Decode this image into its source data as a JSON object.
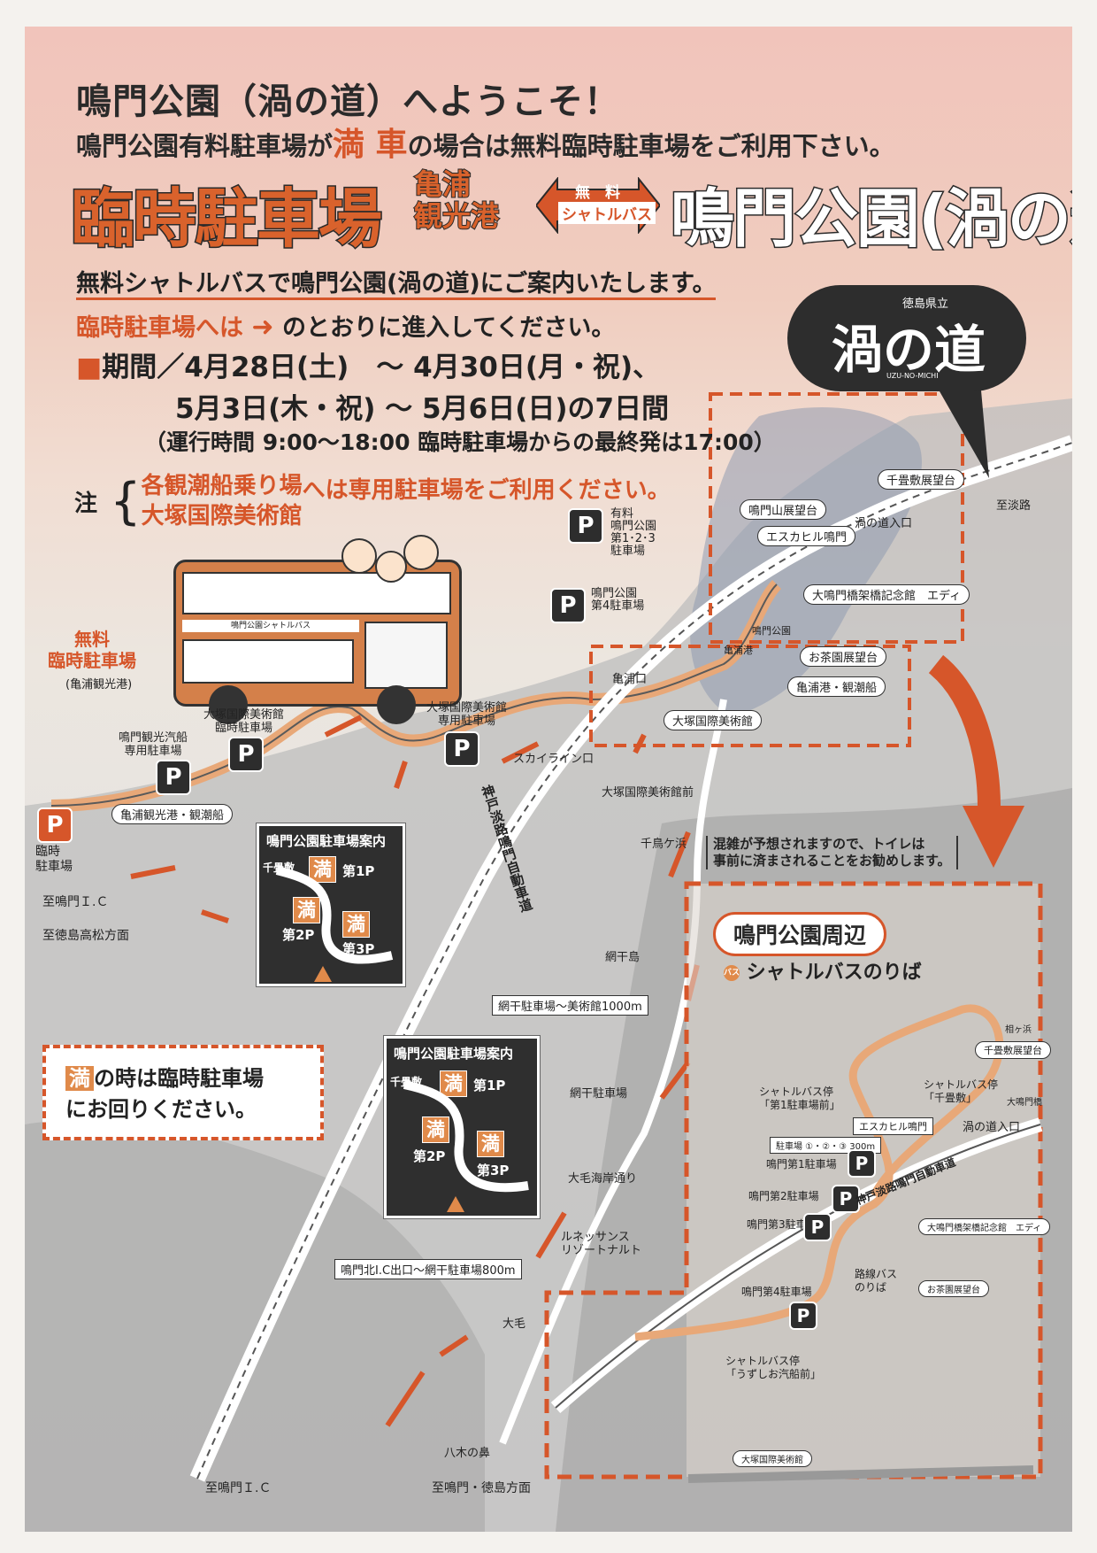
{
  "header": {
    "welcome": "鳴門公園（渦の道）へようこそ！",
    "notice_pre": "鳴門公園有料駐車場が",
    "notice_full": "満 車",
    "notice_post": "の場合は無料臨時駐車場をご利用下さい。",
    "lot_title": "臨時駐車場",
    "lot_place_1": "亀浦",
    "lot_place_2": "観光港",
    "shuttle_top": "無　料",
    "shuttle_bottom": "シャトルバス",
    "park_title": "鳴門公園(渦の道)",
    "lead": "無料シャトルバスで鳴門公園(渦の道)にご案内いたします。",
    "enter_pre": "臨時駐車場へは",
    "enter_post": "のとおりに進入してください。",
    "period_label": "期間／",
    "period_line1": "4月28日(土)　～ 4月30日(月・祝)、",
    "period_line2": "5月3日(木・祝) ～ 5月6日(日)の7日間",
    "hours": "（運行時間 9:00～18:00 臨時駐車場からの最終発は17:00）",
    "note_label": "注",
    "note_item1": "各観潮船乗り場",
    "note_item2": "大塚国際美術館",
    "note_tail": "へは専用駐車場をご利用ください。"
  },
  "logo": {
    "prefecture": "徳島県立",
    "name": "渦の道",
    "romaji": "UZU-NO-MICHI"
  },
  "bus_banner": "鳴門公園シャトルバス",
  "map": {
    "free_lot_title_1": "無料",
    "free_lot_title_2": "臨時駐車場",
    "free_lot_sub": "(亀浦観光港)",
    "temp_lot_p": "P",
    "temp_lot_lbl_1": "臨時",
    "temp_lot_lbl_2": "駐車場",
    "kameura_port": "亀浦観光港・観潮船",
    "to_naruto_ic": "至鳴門Ｉ.Ｃ",
    "to_tokushima": "至徳島高松方面",
    "kankokisen_lot_1": "鳴門観光汽船",
    "kankokisen_lot_2": "専用駐車場",
    "otsuka_temp_1": "大塚国際美術館",
    "otsuka_temp_2": "臨時駐車場",
    "otsuka_private_1": "大塚国際美術館",
    "otsuka_private_2": "専用駐車場",
    "skyline": "スカイライン口",
    "otsuka_front": "大塚国際美術館前",
    "otsuka_museum": "大塚国際美術館",
    "kameura_guchi": "亀浦口",
    "paid_lot_1": "有料",
    "paid_lot_2": "鳴門公園",
    "paid_lot_3": "第1･2･3",
    "paid_lot_4": "駐車場",
    "lot4_1": "鳴門公園",
    "lot4_2": "第4駐車場",
    "naruto_mtn": "鳴門山展望台",
    "escahill": "エスカヒル鳴門",
    "senjojiki": "千畳敷展望台",
    "uzu_entry": "渦の道入口",
    "to_awaji": "至淡路",
    "bridge_museum": "大鳴門橋架橋記念館　エディ",
    "naruto_park": "鳴門公園",
    "kameura_small": "亀浦港",
    "ochaen": "お茶園展望台",
    "kameura_port2": "亀浦港・観潮船",
    "expressway": "神戸淡路鳴門自動車道",
    "senjogahama": "千鳥ケ浜",
    "amiboshi_island": "網干島",
    "amiboshi_dist": "網干駐車場～美術館1000m",
    "amiboshi_lot": "網干駐車場",
    "omoge_st": "大毛海岸通り",
    "renaissance_1": "ルネッサンス",
    "renaissance_2": "リゾートナルト",
    "exit_dist": "鳴門北I.C出口～網干駐車場800m",
    "omoge": "大毛",
    "yagi": "八木の鼻",
    "to_naruto_ic2": "至鳴門Ｉ.Ｃ",
    "to_naruto_tokushima": "至鳴門・徳島方面",
    "toilet_1": "混雑が予想されますので、トイレは",
    "toilet_2": "事前に済まされることをお勧めします。"
  },
  "inset": {
    "title": "鳴門公園駐車場案内",
    "senjojiki": "千畳敷",
    "full": "満",
    "p1": "第1P",
    "p2": "第2P",
    "p3": "第3P"
  },
  "callout": {
    "full": "満",
    "line1": "の時は臨時駐車場",
    "line2": "にお回りください。"
  },
  "area": {
    "title": "鳴門公園周辺",
    "bus_mark": "バス",
    "subtitle": "シャトルバスのりば",
    "aihama": "相ヶ浜",
    "senjojiki_obs": "千畳敷展望台",
    "stop1_1": "シャトルバス停",
    "stop1_2": "「第1駐車場前」",
    "stop2_1": "シャトルバス停",
    "stop2_2": "「千畳敷」",
    "ohashi": "大鳴門橋",
    "escahill": "エスカヒル鳴門",
    "uzu_entry": "渦の道入口",
    "lot123_dist": "駐車場 ①・②・③ 300m",
    "lot1": "鳴門第1駐車場",
    "lot2": "鳴門第2駐車場",
    "lot3": "鳴門第3駐車場",
    "expressway": "神戸淡路鳴門自動車道",
    "bridge_museum": "大鳴門橋架橋記念館　エディ",
    "route_bus_1": "路線バス",
    "route_bus_2": "のりば",
    "ochaen": "お茶園展望台",
    "lot4": "鳴門第4駐車場",
    "stop3_1": "シャトルバス停",
    "stop3_2": "「うずしお汽船前」",
    "otsuka": "大塚国際美術館",
    "p": "P"
  },
  "colors": {
    "accent": "#d6562a",
    "bus_orange": "#e08a4a",
    "dark": "#2d2d2d"
  }
}
